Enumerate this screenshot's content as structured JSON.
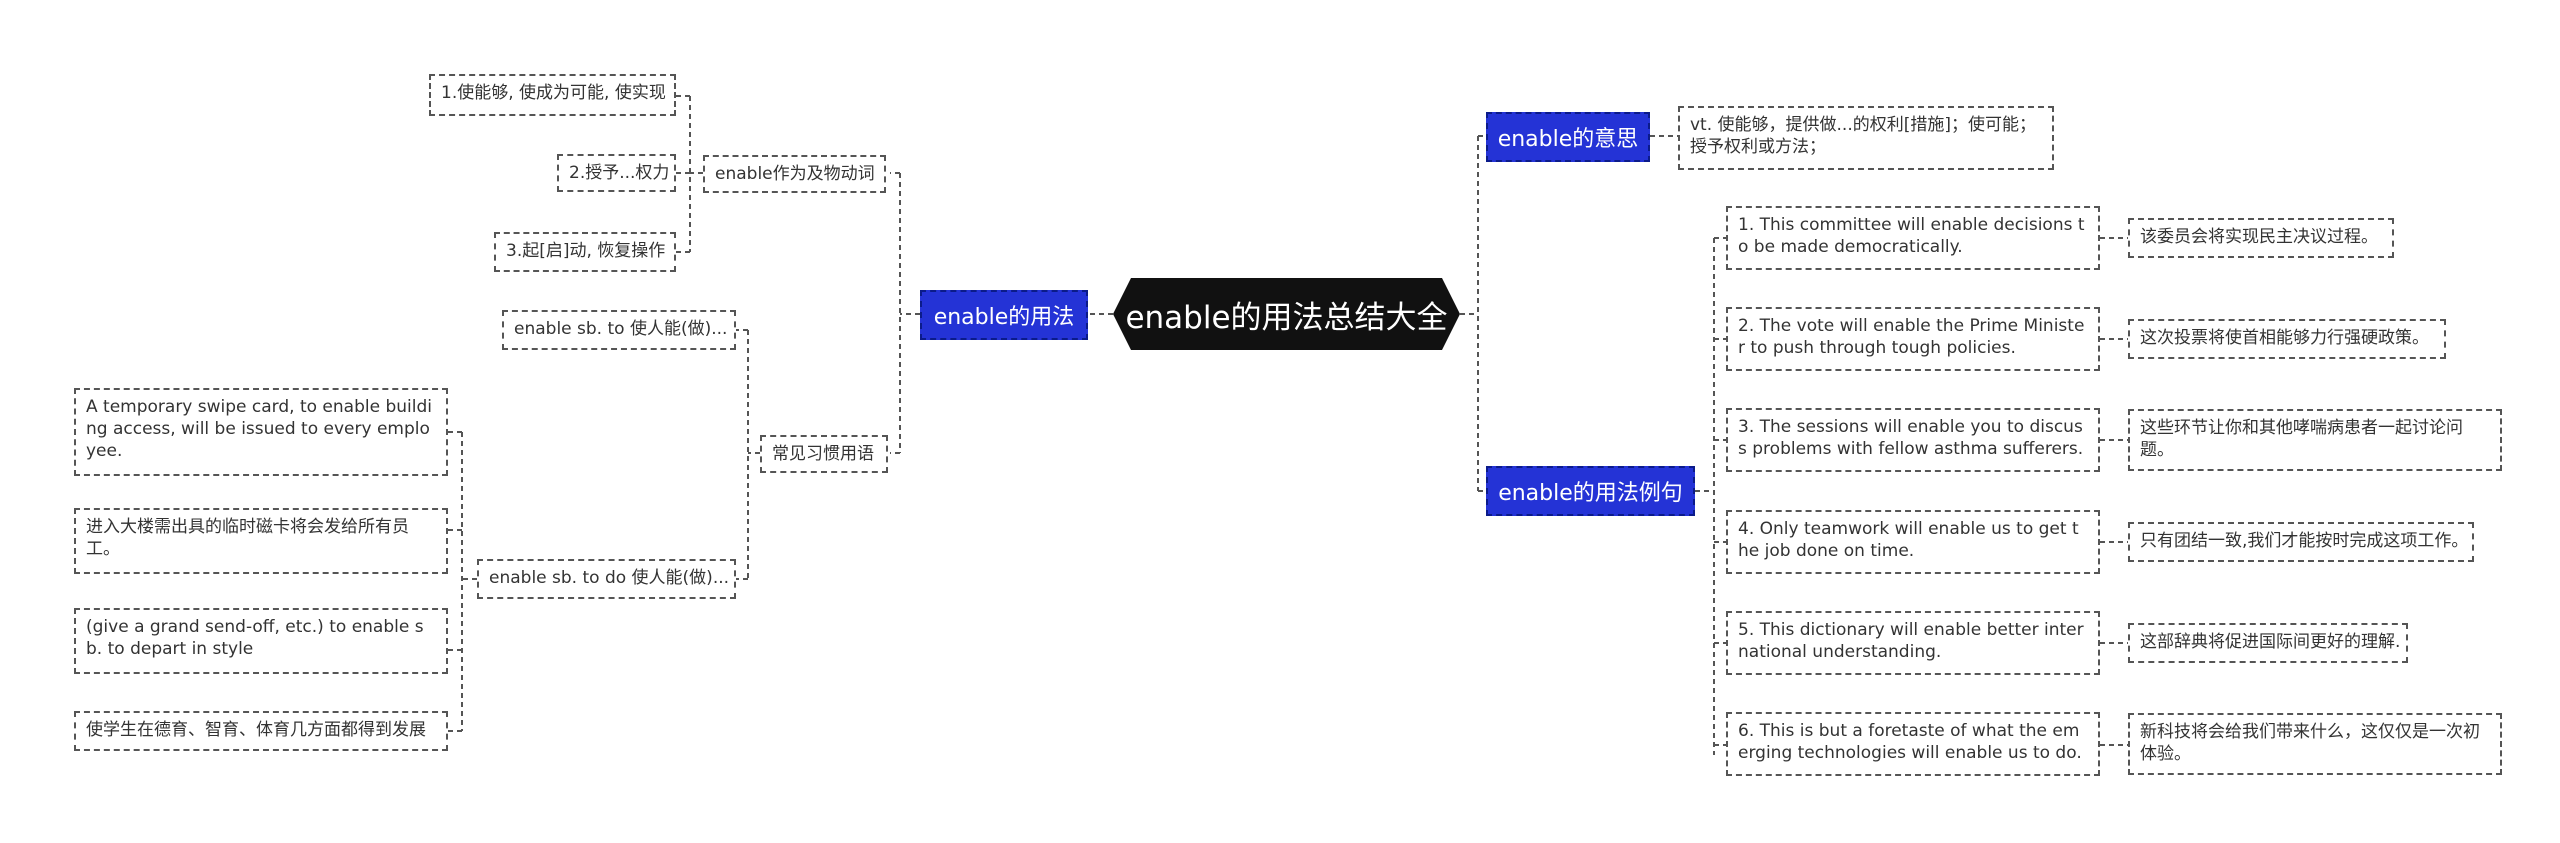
{
  "root": "enable的用法总结大全",
  "colors": {
    "category_fill": "#2433d6",
    "root_fill": "#111111",
    "line": "#555555"
  },
  "left": {
    "category": "enable的用法",
    "groups": [
      {
        "label": "enable作为及物动词",
        "items": [
          "1.使能够, 使成为可能, 使实现",
          "2.授予...权力",
          "3.起[启]动, 恢复操作"
        ]
      },
      {
        "label": "常见习惯用语",
        "subgroups": [
          {
            "label": "enable sb. to 使人能(做)...",
            "items": []
          },
          {
            "label": "enable sb. to do 使人能(做)...",
            "items": [
              "A temporary swipe card, to enable building access, will be issued to every employee.",
              "进入大楼需出具的临时磁卡将会发给所有员工。",
              "(give a grand send-off, etc.) to enable sb. to depart in style",
              "使学生在德育、智育、体育几方面都得到发展"
            ]
          }
        ]
      }
    ]
  },
  "right": {
    "meaning": {
      "category": "enable的意思",
      "text": "vt. 使能够，提供做...的权利[措施]；使可能；授予权利或方法；"
    },
    "examples": {
      "category": "enable的用法例句",
      "items": [
        {
          "en": "1. This committee will enable decisions to be made democratically.",
          "zh": "该委员会将实现民主决议过程。"
        },
        {
          "en": "2. The vote will enable the Prime Minister to push through tough policies.",
          "zh": "这次投票将使首相能够力行强硬政策。"
        },
        {
          "en": "3. The sessions will enable you to discuss problems with fellow asthma sufferers.",
          "zh": "这些环节让你和其他哮喘病患者一起讨论问题。"
        },
        {
          "en": "4. Only teamwork will enable us to get the job done on time.",
          "zh": "只有团结一致,我们才能按时完成这项工作。"
        },
        {
          "en": "5. This dictionary will enable better international understanding.",
          "zh": "这部辞典将促进国际间更好的理解."
        },
        {
          "en": "6. This is but a foretaste of what the emerging technologies will enable us to do.",
          "zh": "新科技将会给我们带来什么，这仅仅是一次初体验。"
        }
      ]
    }
  }
}
